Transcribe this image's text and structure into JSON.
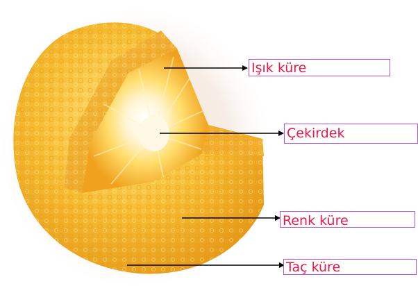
{
  "labels": {
    "photosphere": "Işık küre",
    "core": "Çekirdek",
    "chromosphere": "Renk küre",
    "corona": "Taç küre"
  },
  "colors": {
    "label_text": "#e5194a",
    "label_border": "#b84fd8",
    "arrow": "#000000",
    "sun_outer": "#f4b82a",
    "sun_core": "#fff6d8",
    "corona_glow": "#f7dcc0"
  }
}
